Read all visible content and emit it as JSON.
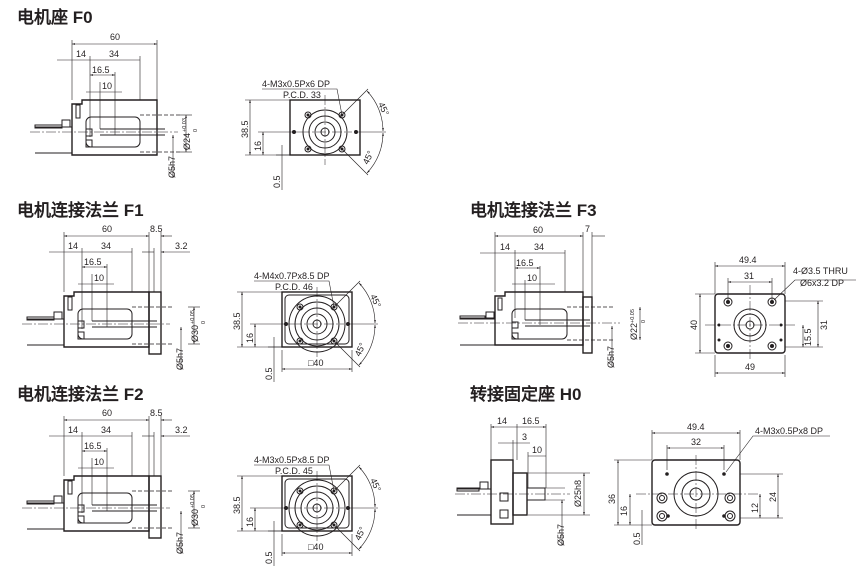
{
  "sections": {
    "f0": {
      "title": "电机座 F0",
      "d60": "60",
      "d14": "14",
      "d34": "34",
      "d16_5": "16.5",
      "d10": "10",
      "dia": "Ø24",
      "tol_up": "+0.03",
      "tol_low": "0",
      "shaft": "Ø5h7",
      "h38_5": "38.5",
      "h16": "16",
      "h0_5": "0.5",
      "angle_a": "45°",
      "angle_b": "45°",
      "thread": "4-M3x0.5Px6 DP",
      "pcd": "P.C.D. 33"
    },
    "f1": {
      "title": "电机连接法兰 F1",
      "d60": "60",
      "d8_5": "8.5",
      "d14": "14",
      "d34": "34",
      "d3_2": "3.2",
      "d16_5": "16.5",
      "d10": "10",
      "dia": "Ø30",
      "tol_up": "+0.05",
      "tol_low": "0",
      "shaft": "Ø5h7",
      "h38_5": "38.5",
      "h16": "16",
      "h0_5": "0.5",
      "angle_a": "45°",
      "angle_b": "45°",
      "thread": "4-M4x0.7Px8.5 DP",
      "pcd": "P.C.D. 46",
      "square": "□40"
    },
    "f2": {
      "title": "电机连接法兰 F2",
      "d60": "60",
      "d8_5": "8.5",
      "d14": "14",
      "d34": "34",
      "d3_2": "3.2",
      "d16_5": "16.5",
      "d10": "10",
      "dia": "Ø30",
      "tol_up": "+0.05",
      "tol_low": "0",
      "shaft": "Ø5h7",
      "h38_5": "38.5",
      "h16": "16",
      "h0_5": "0.5",
      "angle_a": "45°",
      "angle_b": "45°",
      "thread": "4-M3x0.5Px8.5 DP",
      "pcd": "P.C.D. 45",
      "square": "□40"
    },
    "f3": {
      "title": "电机连接法兰 F3",
      "d60": "60",
      "d7": "7",
      "d14": "14",
      "d34": "34",
      "d16_5": "16.5",
      "d10": "10",
      "dia": "Ø22",
      "tol_up": "+0.05",
      "tol_low": "0",
      "shaft": "Ø5h7",
      "w49_4": "49.4",
      "w31": "31",
      "w49": "49",
      "h40": "40",
      "h31": "31",
      "h15_5": "15.5",
      "hole1": "4-Ø3.5 THRU",
      "hole2": "Ø6x3.2 DP"
    },
    "h0": {
      "title": "转接固定座 H0",
      "d14": "14",
      "d16_5": "16.5",
      "d3": "3",
      "d10": "10",
      "dia": "Ø25h8",
      "shaft": "Ø5h7",
      "w49_4": "49.4",
      "w32": "32",
      "h36": "36",
      "h16": "16",
      "h0_5": "0.5",
      "h24": "24",
      "h12": "12",
      "thread": "4-M3x0.5Px8 DP"
    }
  }
}
